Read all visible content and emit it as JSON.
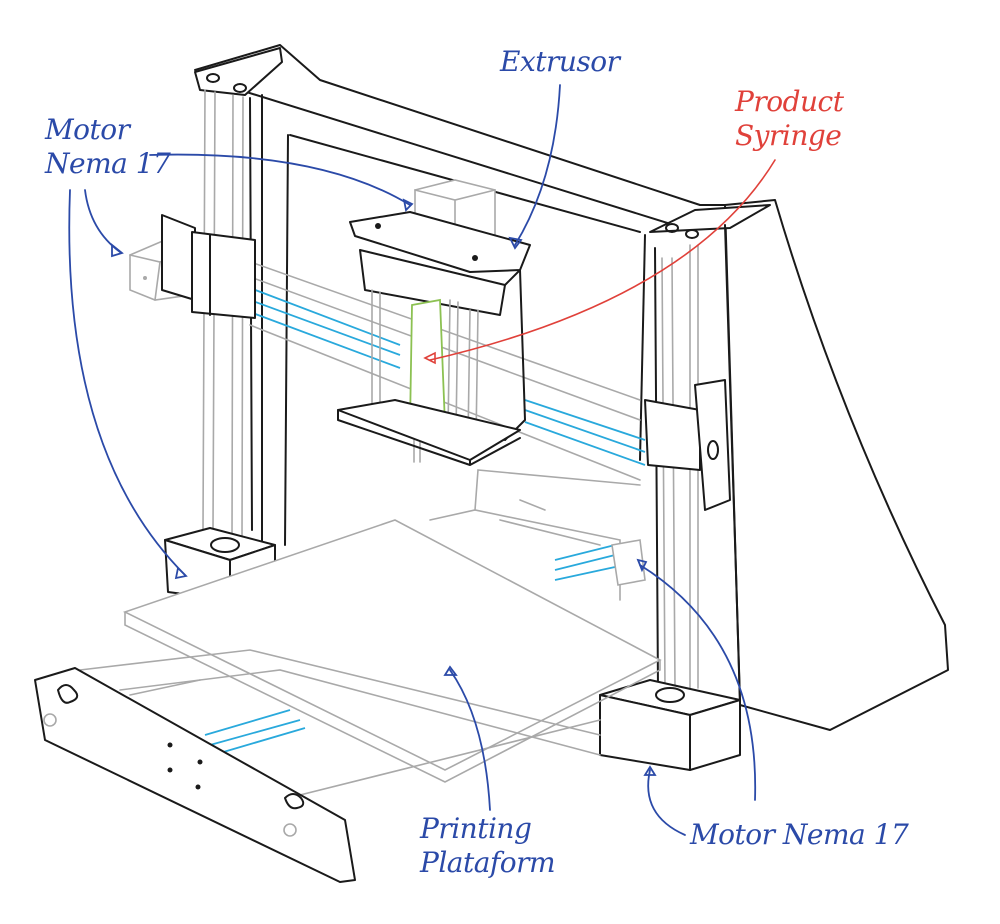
{
  "diagram": {
    "title": "3D printer sketch",
    "colors": {
      "annotation_blue": "#2b4aa8",
      "annotation_red": "#e0413a",
      "belt_cyan": "#29a9dc",
      "syringe_green": "#8cc152",
      "frame_black": "#1a1a1a",
      "hidden_gray": "#a9a9a9"
    },
    "labels": {
      "motor_left": "Motor\nNema 17",
      "extruder": "Extrusor",
      "syringe": "Product\nSyringe",
      "platform": "Printing\nPlataform",
      "motor_right": "Motor Nema 17"
    },
    "components": [
      "frame",
      "x-axis-stepper-motor",
      "z-axis-stepper-motor-left",
      "z-axis-stepper-motor-right",
      "y-axis-stepper-motor",
      "extruder-carriage",
      "product-syringe",
      "printing-platform",
      "front-plate",
      "side-panel"
    ]
  }
}
